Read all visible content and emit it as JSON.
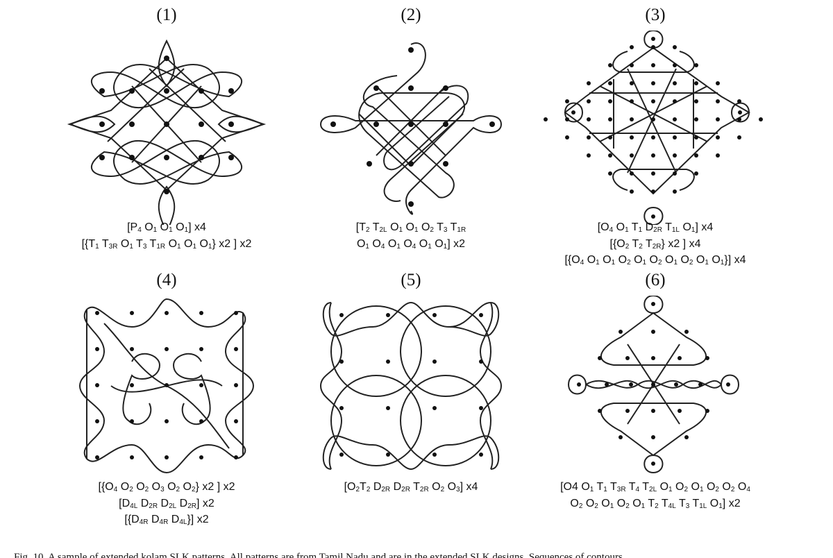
{
  "panels": [
    {
      "id": "1",
      "label": "(1)",
      "code_lines": [
        [
          [
            "[P",
            "4"
          ],
          [
            " O",
            "1"
          ],
          [
            " O",
            "1"
          ],
          [
            " O",
            "1"
          ],
          [
            "] x4",
            ""
          ]
        ],
        [
          [
            "[{T",
            "1"
          ],
          [
            " T",
            "3R"
          ],
          [
            " O",
            "1"
          ],
          [
            " T",
            "3"
          ],
          [
            " T",
            "1R"
          ],
          [
            " O",
            "1"
          ],
          [
            " O",
            "1"
          ],
          [
            " O",
            "1"
          ],
          [
            "} x2 ] x2",
            ""
          ]
        ]
      ]
    },
    {
      "id": "2",
      "label": "(2)",
      "code_lines": [
        [
          [
            "[T",
            "2"
          ],
          [
            " T",
            "2L"
          ],
          [
            " O",
            "1"
          ],
          [
            " O",
            "1"
          ],
          [
            " O",
            "2"
          ],
          [
            " T",
            "3"
          ],
          [
            " T",
            "1R"
          ]
        ],
        [
          [
            "O",
            "1"
          ],
          [
            " O",
            "4"
          ],
          [
            " O",
            "1"
          ],
          [
            " O",
            "4"
          ],
          [
            " O",
            "1"
          ],
          [
            " O",
            "1"
          ],
          [
            "] x2",
            ""
          ]
        ]
      ]
    },
    {
      "id": "3",
      "label": "(3)",
      "code_lines": [
        [
          [
            "[O",
            "4"
          ],
          [
            " O",
            "1"
          ],
          [
            " T",
            "1"
          ],
          [
            " D",
            "2R"
          ],
          [
            " T",
            "1L"
          ],
          [
            " O",
            "1"
          ],
          [
            "] x4",
            ""
          ]
        ],
        [
          [
            "[{O",
            "2"
          ],
          [
            " T",
            "2"
          ],
          [
            " T",
            "2R"
          ],
          [
            "} x2 ] x4",
            ""
          ]
        ],
        [
          [
            "[{O",
            "4"
          ],
          [
            " O",
            "1"
          ],
          [
            " O",
            "1"
          ],
          [
            " O",
            "2"
          ],
          [
            " O",
            "1"
          ],
          [
            " O",
            "2"
          ],
          [
            " O",
            "1"
          ],
          [
            " O",
            "2"
          ],
          [
            " O",
            "1"
          ],
          [
            " O",
            "1"
          ],
          [
            "}] x4",
            ""
          ]
        ]
      ]
    },
    {
      "id": "4",
      "label": "(4)",
      "code_lines": [
        [
          [
            "[{O",
            "4"
          ],
          [
            " O",
            "2"
          ],
          [
            " O",
            "2"
          ],
          [
            " O",
            "3"
          ],
          [
            " O",
            "2"
          ],
          [
            " O",
            "2"
          ],
          [
            "} x2 ] x2",
            ""
          ]
        ],
        [
          [
            "[D",
            "4L"
          ],
          [
            " D",
            "2R"
          ],
          [
            " D",
            "2L"
          ],
          [
            " D",
            "2R"
          ],
          [
            "] x2",
            ""
          ]
        ],
        [
          [
            "[{D",
            "4R"
          ],
          [
            " D",
            "4R"
          ],
          [
            " D",
            "4L"
          ],
          [
            "}] x2",
            ""
          ]
        ]
      ]
    },
    {
      "id": "5",
      "label": "(5)",
      "code_lines": [
        [
          [
            "[O",
            "2"
          ],
          [
            "T",
            "2"
          ],
          [
            " D",
            "2R"
          ],
          [
            " D",
            "2R"
          ],
          [
            " T",
            "2R"
          ],
          [
            " O",
            "2"
          ],
          [
            " O",
            "3"
          ],
          [
            "] x4",
            ""
          ]
        ]
      ]
    },
    {
      "id": "6",
      "label": "(6)",
      "code_lines": [
        [
          [
            "[O4 O",
            "1"
          ],
          [
            " T",
            "1"
          ],
          [
            " T",
            "3R"
          ],
          [
            " T",
            "4"
          ],
          [
            " T",
            "2L"
          ],
          [
            " O",
            "1"
          ],
          [
            " O",
            "2"
          ],
          [
            " O",
            "1"
          ],
          [
            " O",
            "2"
          ],
          [
            " O",
            "2"
          ],
          [
            " O",
            "4"
          ]
        ],
        [
          [
            "O",
            "2"
          ],
          [
            " O",
            "2"
          ],
          [
            " O",
            "1"
          ],
          [
            " O",
            "2"
          ],
          [
            " O",
            "1"
          ],
          [
            " T",
            "2"
          ],
          [
            " T",
            "4L"
          ],
          [
            " T",
            "3"
          ],
          [
            " T",
            "1L"
          ],
          [
            " O",
            "1"
          ],
          [
            "] x2",
            ""
          ]
        ]
      ]
    }
  ],
  "caption": "Fig. 10. A sample of extended kolam SLK patterns. All patterns are from Tamil Nadu and are in the extended SLK designs. Sequences of contours"
}
